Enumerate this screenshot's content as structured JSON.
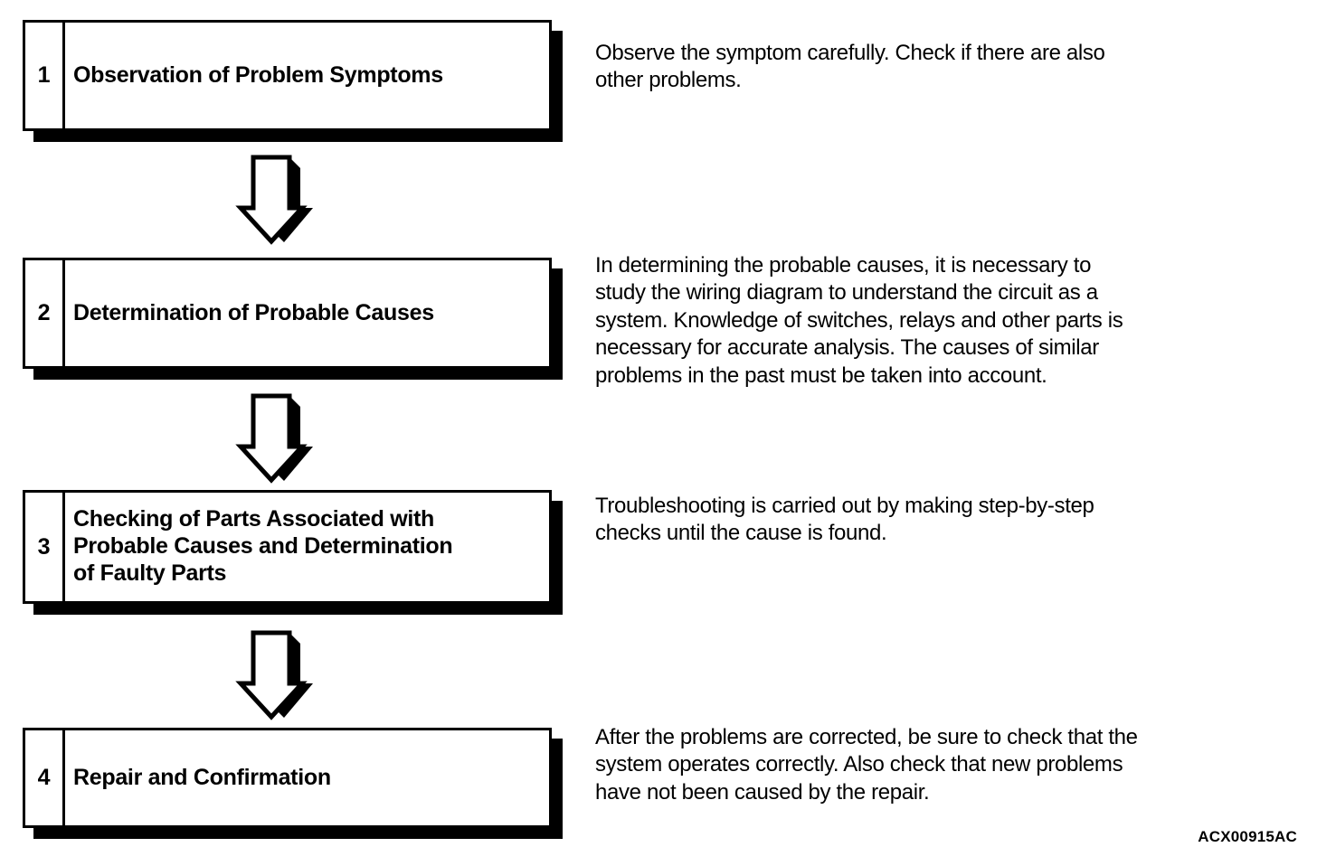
{
  "figure": {
    "code": "ACX00915AC"
  },
  "steps": [
    {
      "number": "1",
      "label": "Observation of Problem Symptoms",
      "description": "Observe the symptom carefully. Check if there are also\nother problems."
    },
    {
      "number": "2",
      "label": "Determination of Probable Causes",
      "description": "In determining the probable causes, it is necessary to\nstudy the wiring diagram to understand the circuit as a\nsystem. Knowledge of switches, relays and other parts is\nnecessary for accurate analysis. The causes of similar\nproblems in the past must be taken into account."
    },
    {
      "number": "3",
      "label": "Checking of Parts Associated with\nProbable Causes and Determination\nof Faulty Parts",
      "description": "Troubleshooting is carried out by making step-by-step\nchecks until the cause is found."
    },
    {
      "number": "4",
      "label": "Repair and Confirmation",
      "description": "After the problems are corrected, be sure to check that the\nsystem operates correctly. Also check that new problems\nhave not been caused by the repair."
    }
  ],
  "connectors": [
    {
      "name": "arrow-step-1-to-2"
    },
    {
      "name": "arrow-step-2-to-3"
    },
    {
      "name": "arrow-step-3-to-4"
    }
  ],
  "colors": {
    "ink": "#000000",
    "paper": "#ffffff"
  }
}
